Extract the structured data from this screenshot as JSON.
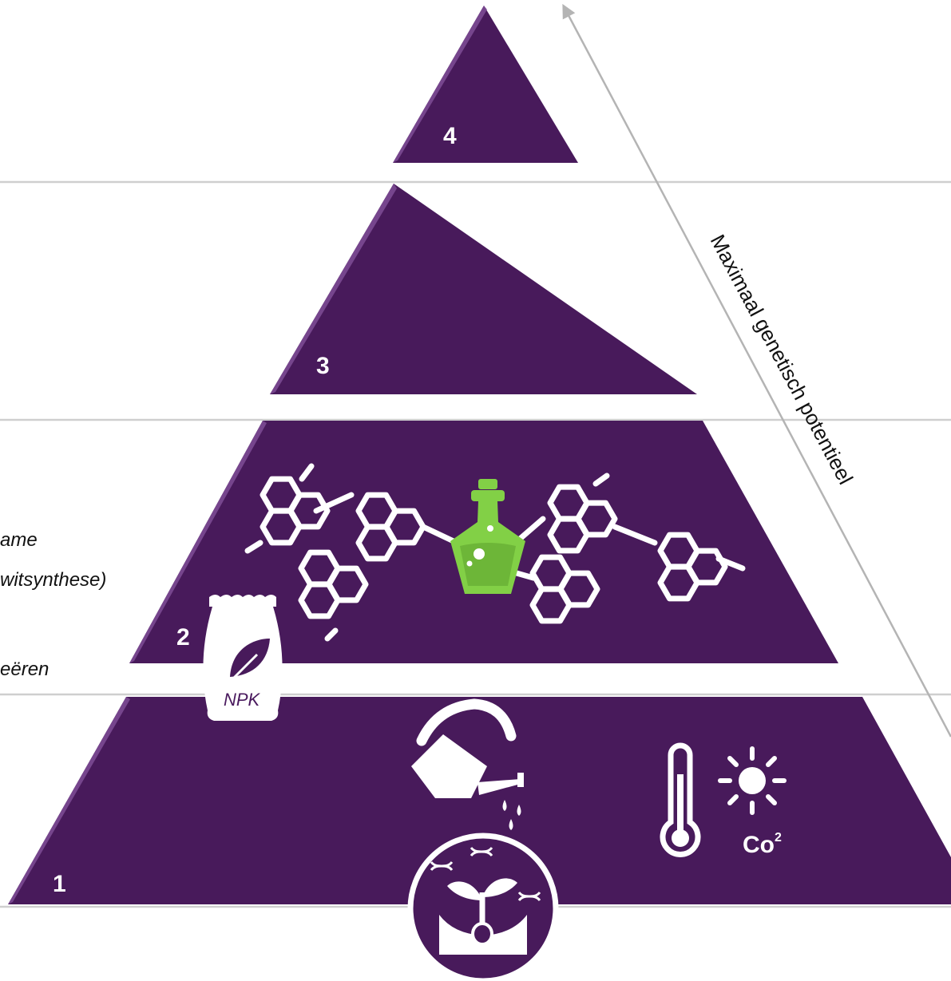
{
  "colors": {
    "tier_fill": "#481a5b",
    "tier_edge": "#7b4a92",
    "divider": "#cfcfcf",
    "arrow": "#b4b4b4",
    "accent_green": "#82d046",
    "white": "#ffffff"
  },
  "tiers": [
    {
      "number": "1",
      "icons": [
        "fertilizer-bag-icon",
        "watering-can-icon",
        "thermometer-icon",
        "sun-icon"
      ]
    },
    {
      "number": "2",
      "icons": [
        "molecule-icon",
        "flask-icon"
      ]
    },
    {
      "number": "3",
      "icons": []
    },
    {
      "number": "4",
      "icons": []
    }
  ],
  "tier1": {
    "bag_label": "NPK",
    "gas_label": "Co",
    "gas_superscript": "2"
  },
  "side_text": {
    "line1": "ame",
    "line2": "witsynthese)",
    "line3": "eëren"
  },
  "arrow_label": "Maximaal genetisch potentieel",
  "badge_icon": "seedling-dna-icon"
}
